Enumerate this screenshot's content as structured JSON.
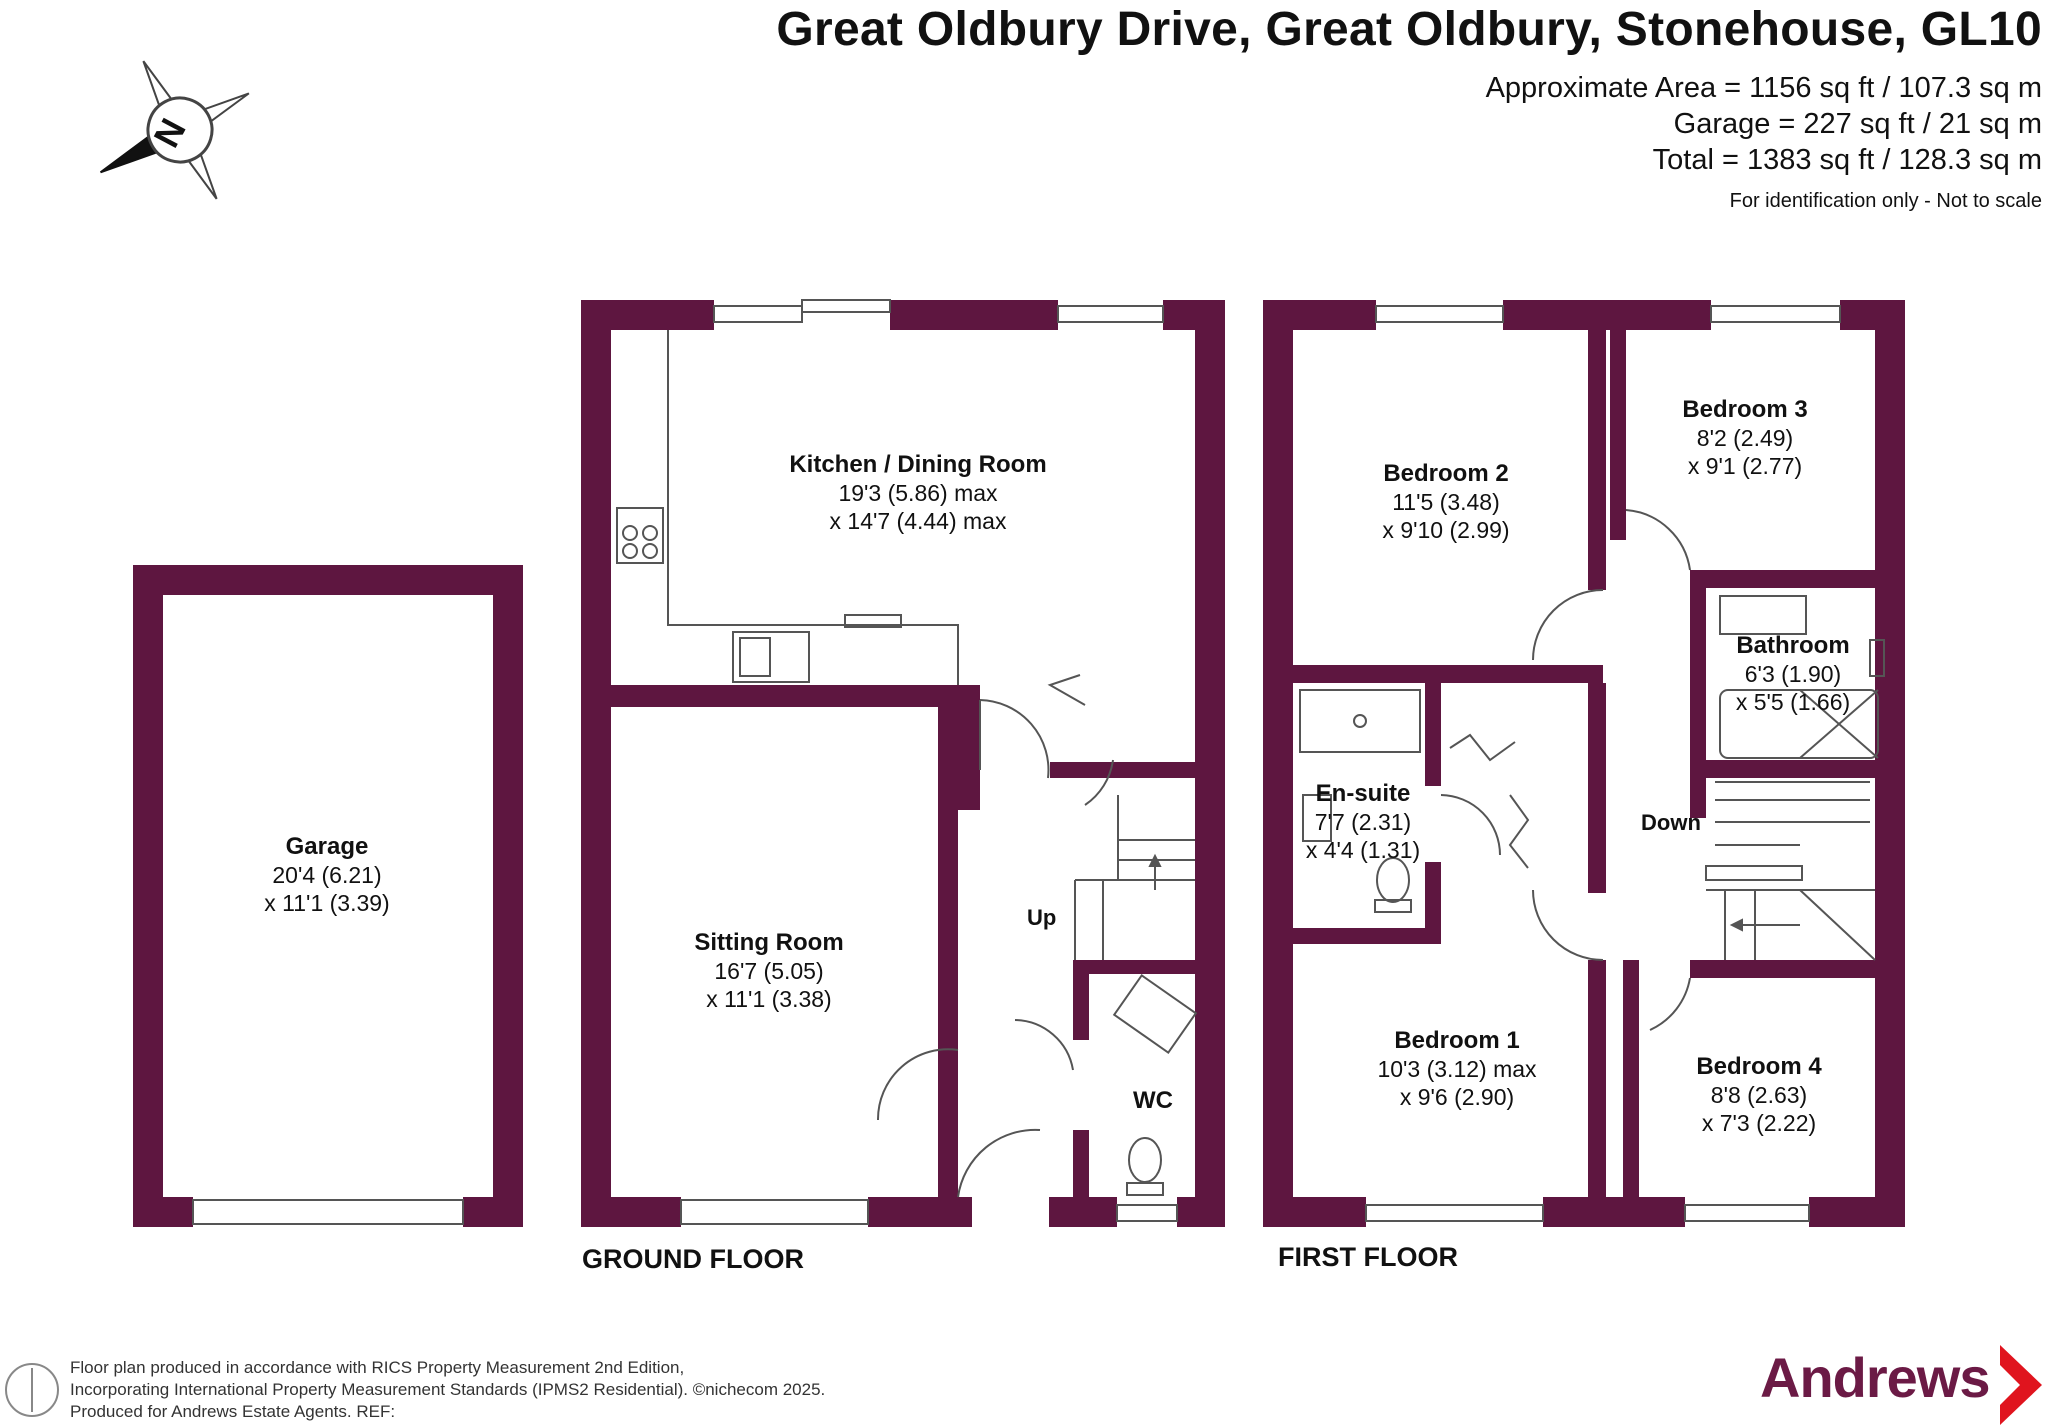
{
  "header": {
    "title": "Great Oldbury Drive, Great Oldbury, Stonehouse, GL10",
    "approx_area": "Approximate Area = 1156 sq ft / 107.3 sq m",
    "garage_area": "Garage = 227 sq ft / 21 sq m",
    "total_area": "Total = 1383 sq ft / 128.3 sq m",
    "note": "For identification only - Not to scale"
  },
  "compass": {
    "letter": "N",
    "icon": "compass-icon"
  },
  "rooms": {
    "garage": {
      "name": "Garage",
      "dim1": "20'4 (6.21)",
      "dim2": "x 11'1 (3.39)"
    },
    "kitchen": {
      "name": "Kitchen / Dining Room",
      "dim1": "19'3 (5.86) max",
      "dim2": "x 14'7 (4.44) max"
    },
    "sitting": {
      "name": "Sitting Room",
      "dim1": "16'7 (5.05)",
      "dim2": "x 11'1 (3.38)"
    },
    "wc": {
      "name": "WC"
    },
    "bedroom2": {
      "name": "Bedroom 2",
      "dim1": "11'5 (3.48)",
      "dim2": "x 9'10 (2.99)"
    },
    "bedroom3": {
      "name": "Bedroom 3",
      "dim1": "8'2 (2.49)",
      "dim2": "x 9'1 (2.77)"
    },
    "bathroom": {
      "name": "Bathroom",
      "dim1": "6'3 (1.90)",
      "dim2": "x 5'5 (1.66)"
    },
    "ensuite": {
      "name": "En-suite",
      "dim1": "7'7 (2.31)",
      "dim2": "x 4'4 (1.31)"
    },
    "bedroom1": {
      "name": "Bedroom 1",
      "dim1": "10'3 (3.12) max",
      "dim2": "x 9'6 (2.90)"
    },
    "bedroom4": {
      "name": "Bedroom 4",
      "dim1": "8'8 (2.63)",
      "dim2": "x 7'3 (2.22)"
    }
  },
  "labels": {
    "up": "Up",
    "down": "Down"
  },
  "floors": {
    "ground": "GROUND FLOOR",
    "first": "FIRST FLOOR"
  },
  "footer": {
    "line1": "Floor plan produced in accordance with RICS Property Measurement 2nd Edition,",
    "line2": "Incorporating International Property Measurement Standards (IPMS2 Residential).   ©nichecom 2025.",
    "line3": "Produced for Andrews Estate Agents.    REF:"
  },
  "brand": {
    "name": "Andrews"
  },
  "colors": {
    "wall": "#5e1640",
    "brand": "#6b1a45",
    "fixture": "#555555"
  }
}
